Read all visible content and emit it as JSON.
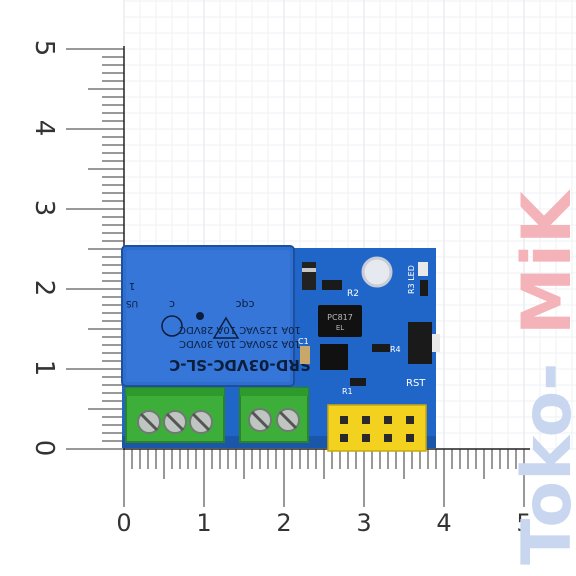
{
  "ruler": {
    "vertical_labels": [
      "0",
      "1",
      "2",
      "3",
      "4",
      "5"
    ],
    "horizontal_labels": [
      "0",
      "1",
      "2",
      "3",
      "4",
      "5"
    ]
  },
  "relay": {
    "model": "SRD-03VDC-SL-C",
    "ratings": [
      "10A 250VAC  10A 30VDC",
      "10A 125VAC  10A 28VDC"
    ],
    "us_mark": "US",
    "pin_mark": "1",
    "cert_ul": "c",
    "cert_cqc": "cqc"
  },
  "pcb": {
    "labels": {
      "r3_led": "R3 LED",
      "r2": "R2",
      "c1": "C1",
      "r1": "R1",
      "r4": "R4",
      "rst": "RST"
    },
    "chip_text": [
      "PC817",
      "EL"
    ]
  },
  "watermark": {
    "part1": "Toko-",
    "part2": "MiK"
  },
  "colors": {
    "pcb": "#1f66c8",
    "relay": "#2f6fd0",
    "terminal": "#3eae3a",
    "header": "#f2d21f",
    "watermark_blue": "#c9d6f0",
    "watermark_pink": "#f4b3b8"
  }
}
